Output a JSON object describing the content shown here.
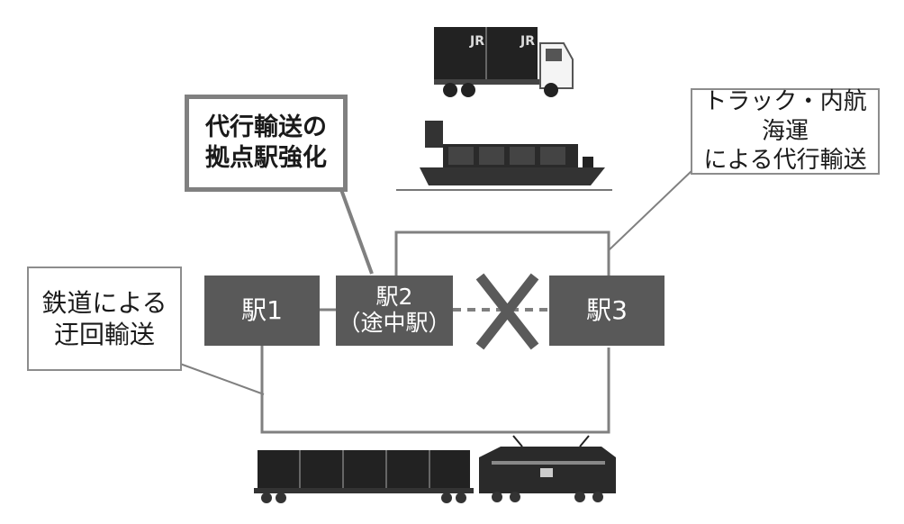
{
  "stations": {
    "s1": {
      "label": "駅1"
    },
    "s2": {
      "label": "駅2",
      "sublabel": "（途中駅）"
    },
    "s3": {
      "label": "駅3"
    }
  },
  "callouts": {
    "hub": {
      "line1": "代行輸送の",
      "line2": "拠点駅強化"
    },
    "truck_ship": {
      "line1": "トラック・内航海運",
      "line2": "による代行輸送"
    },
    "rail_detour": {
      "line1": "鉄道による",
      "line2": "迂回輸送"
    }
  },
  "logos": {
    "container_mark": "JR"
  },
  "colors": {
    "station_fill": "#595959",
    "line": "#7f7f7f",
    "cross": "#5a5a5a",
    "vehicle_dark": "#1f1f1f"
  },
  "icons": [
    "truck-icon",
    "ship-icon",
    "freight-train-icon",
    "blocked-cross-icon"
  ]
}
